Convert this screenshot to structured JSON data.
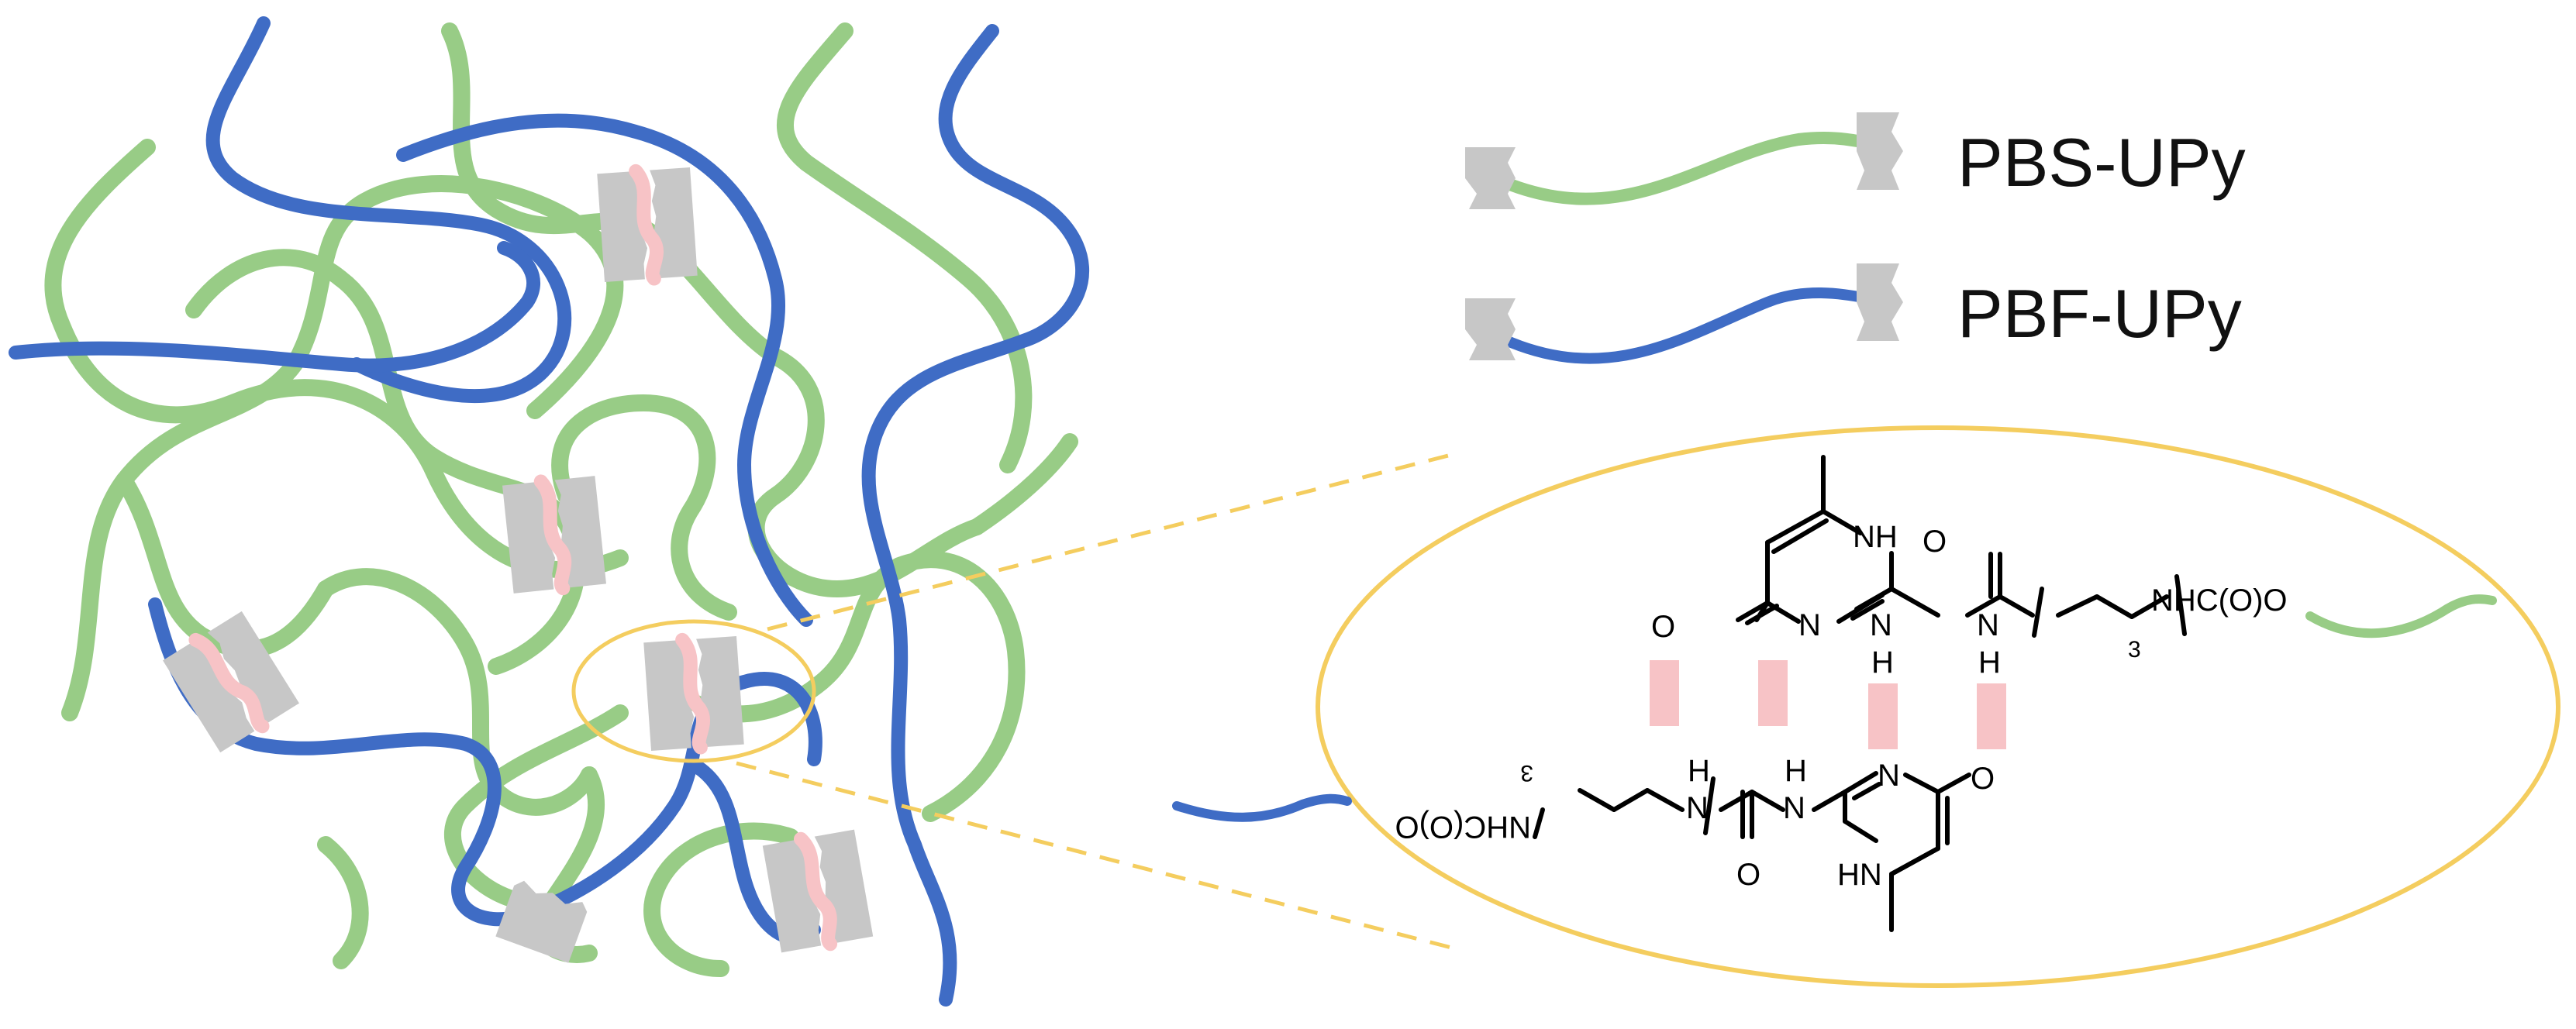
{
  "legend": {
    "items": [
      {
        "label": "PBS-UPy",
        "color": "#98cc86"
      },
      {
        "label": "PBF-UPy",
        "color": "#3f6cc5"
      }
    ]
  },
  "colors": {
    "green_chain": "#98cc86",
    "blue_chain": "#3f6cc5",
    "upy_block": "#c7c7c7",
    "hbond": "#f7c3c6",
    "zoom_ring": "#f4cd5f"
  },
  "chemistry": {
    "top": {
      "nh_ring": "NH",
      "n_ring": "N",
      "o_ketone": "O",
      "o_urea": "O",
      "nh_urea1": "N",
      "h_urea1": "H",
      "nh_urea2": "N",
      "h_urea2": "H",
      "repeat": "3",
      "tail": "NHC(O)O"
    },
    "bottom": {
      "hn_ring": "HN",
      "n_ring": "N",
      "o_ketone": "O",
      "o_urea": "O",
      "nh_urea1": "N",
      "h_urea1": "H",
      "nh_urea2": "N",
      "h_urea2": "H",
      "repeat": "3",
      "tail": "NHC(O)O"
    }
  }
}
